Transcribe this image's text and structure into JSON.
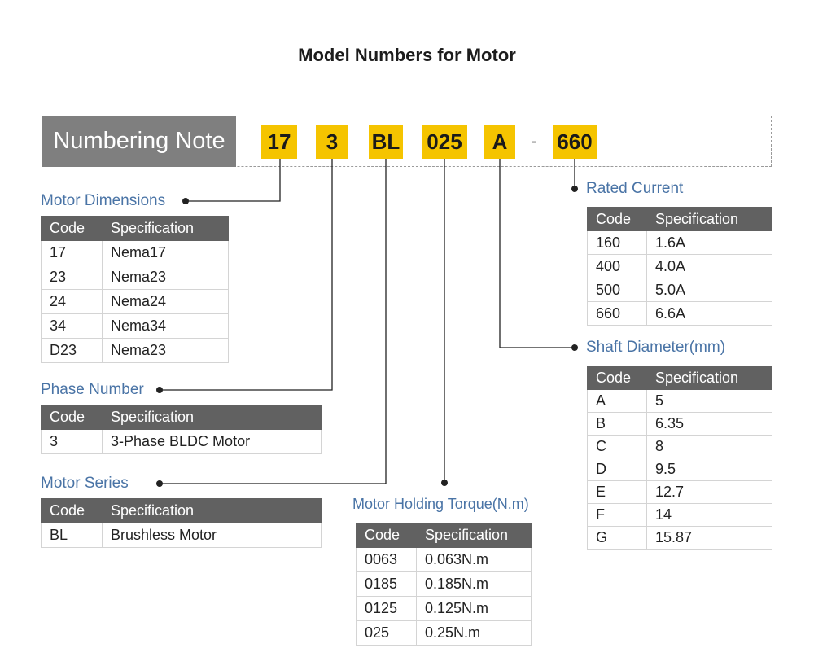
{
  "title": "Model Numbers for Motor",
  "numbering": {
    "label": "Numbering Note",
    "codes": [
      "17",
      "3",
      "BL",
      "025",
      "A",
      "660"
    ],
    "separator": "-",
    "highlight_color": "#f5c400"
  },
  "colors": {
    "section_title": "#4a74a6",
    "table_header": "#616161",
    "label_bg": "#7f7f7f"
  },
  "col_code": "Code",
  "col_spec": "Specification",
  "sections": {
    "motor_dimensions": {
      "title": "Motor Dimensions",
      "rows": [
        [
          "17",
          "Nema17"
        ],
        [
          "23",
          "Nema23"
        ],
        [
          "24",
          "Nema24"
        ],
        [
          "34",
          "Nema34"
        ],
        [
          "D23",
          "Nema23"
        ]
      ]
    },
    "phase_number": {
      "title": "Phase Number",
      "rows": [
        [
          "3",
          "3-Phase BLDC Motor"
        ]
      ]
    },
    "motor_series": {
      "title": "Motor Series",
      "rows": [
        [
          "BL",
          "Brushless Motor"
        ]
      ]
    },
    "holding_torque": {
      "title": "Motor Holding Torque(N.m)",
      "rows": [
        [
          "0063",
          "0.063N.m"
        ],
        [
          "0185",
          "0.185N.m"
        ],
        [
          "0125",
          "0.125N.m"
        ],
        [
          "025",
          "0.25N.m"
        ]
      ]
    },
    "rated_current": {
      "title": "Rated Current",
      "rows": [
        [
          "160",
          "1.6A"
        ],
        [
          "400",
          "4.0A"
        ],
        [
          "500",
          "5.0A"
        ],
        [
          "660",
          "6.6A"
        ]
      ]
    },
    "shaft_diameter": {
      "title": "Shaft Diameter(mm)",
      "rows": [
        [
          "A",
          "5"
        ],
        [
          "B",
          "6.35"
        ],
        [
          "C",
          "8"
        ],
        [
          "D",
          "9.5"
        ],
        [
          "E",
          "12.7"
        ],
        [
          "F",
          "14"
        ],
        [
          "G",
          "15.87"
        ]
      ]
    }
  }
}
